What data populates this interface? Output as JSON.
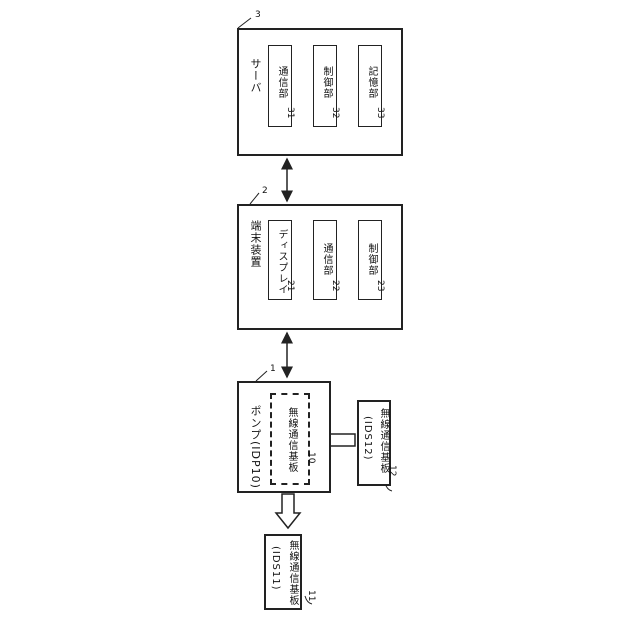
{
  "server": {
    "label": "サーバ",
    "ref": "3",
    "units": [
      {
        "label": "通信部",
        "ref": "31"
      },
      {
        "label": "制御部",
        "ref": "32"
      },
      {
        "label": "記憶部",
        "ref": "33"
      }
    ]
  },
  "terminal": {
    "label": "端末装置",
    "ref": "2",
    "units": [
      {
        "label": "ディスプレイ",
        "ref": "21"
      },
      {
        "label": "通信部",
        "ref": "22"
      },
      {
        "label": "制御部",
        "ref": "23"
      }
    ]
  },
  "pump": {
    "label": "ポンプ(IDP10)",
    "ref": "1",
    "board": {
      "label": "無線通信基板",
      "ref": "10"
    }
  },
  "board_12": {
    "line1": "無線通信基板",
    "line2": "(IDS12)",
    "ref": "12"
  },
  "board_11": {
    "line1": "無線通信基板",
    "line2": "(IDS11)",
    "ref": "11"
  }
}
